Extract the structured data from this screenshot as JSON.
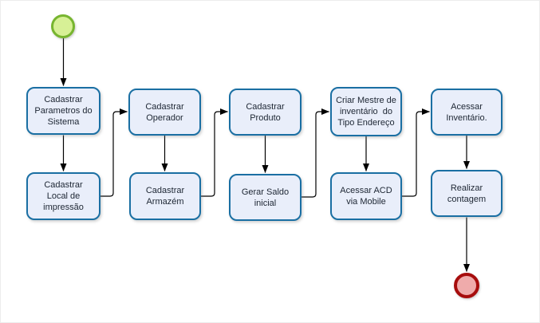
{
  "colors": {
    "node_border": "#1a6fa3",
    "node_fill": "#e9eefa",
    "node_text": "#1d2633",
    "start_border": "#77b52f",
    "start_fill": "#d7f096",
    "end_border": "#a70d0d",
    "end_fill": "#efabab",
    "connector": "#000000"
  },
  "flowchart": {
    "nodes": [
      {
        "label": "Cadastrar\nParametros do\nSistema"
      },
      {
        "label": "Cadastrar\nLocal de\nimpressão"
      },
      {
        "label": "Cadastrar\nOperador"
      },
      {
        "label": "Cadastrar\nArmazém"
      },
      {
        "label": "Cadastrar\nProduto"
      },
      {
        "label": "Gerar Saldo\ninicial"
      },
      {
        "label": "Criar Mestre de\ninventário  do\nTipo Endereço"
      },
      {
        "label": "Acessar ACD\nvia Mobile"
      },
      {
        "label": "Acessar\nInventário."
      },
      {
        "label": "Realizar\ncontagem"
      }
    ]
  }
}
